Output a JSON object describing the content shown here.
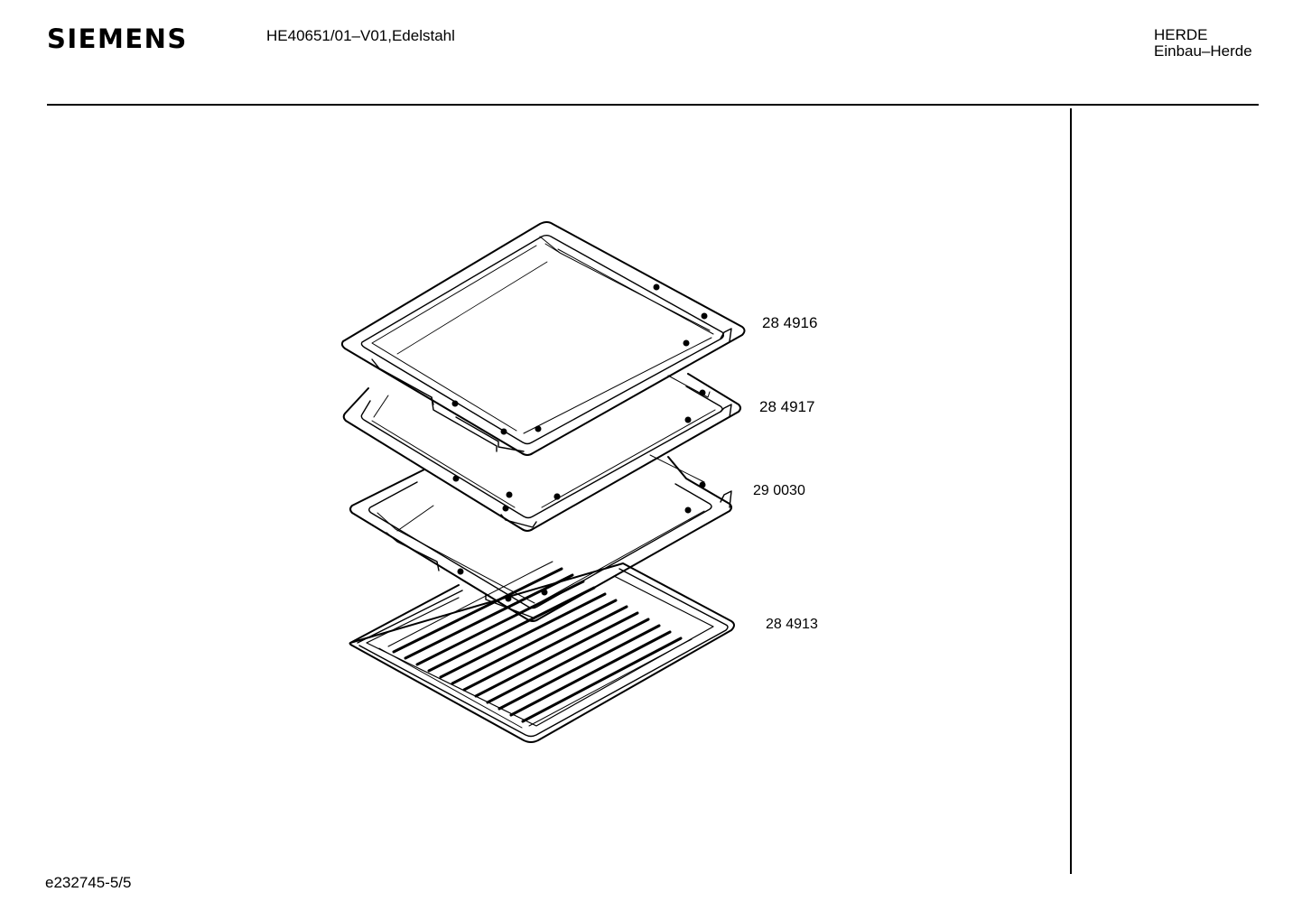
{
  "header": {
    "brand": "SIEMENS",
    "model": "HE40651/01–V01,Edelstahl",
    "category_line1": "HERDE",
    "category_line2": "Einbau–Herde"
  },
  "parts": [
    {
      "number": "28 4916"
    },
    {
      "number": "28 4917"
    },
    {
      "number": "29 0030"
    },
    {
      "number": "28 4913"
    }
  ],
  "footer": {
    "document_id": "e232745-5/5"
  }
}
